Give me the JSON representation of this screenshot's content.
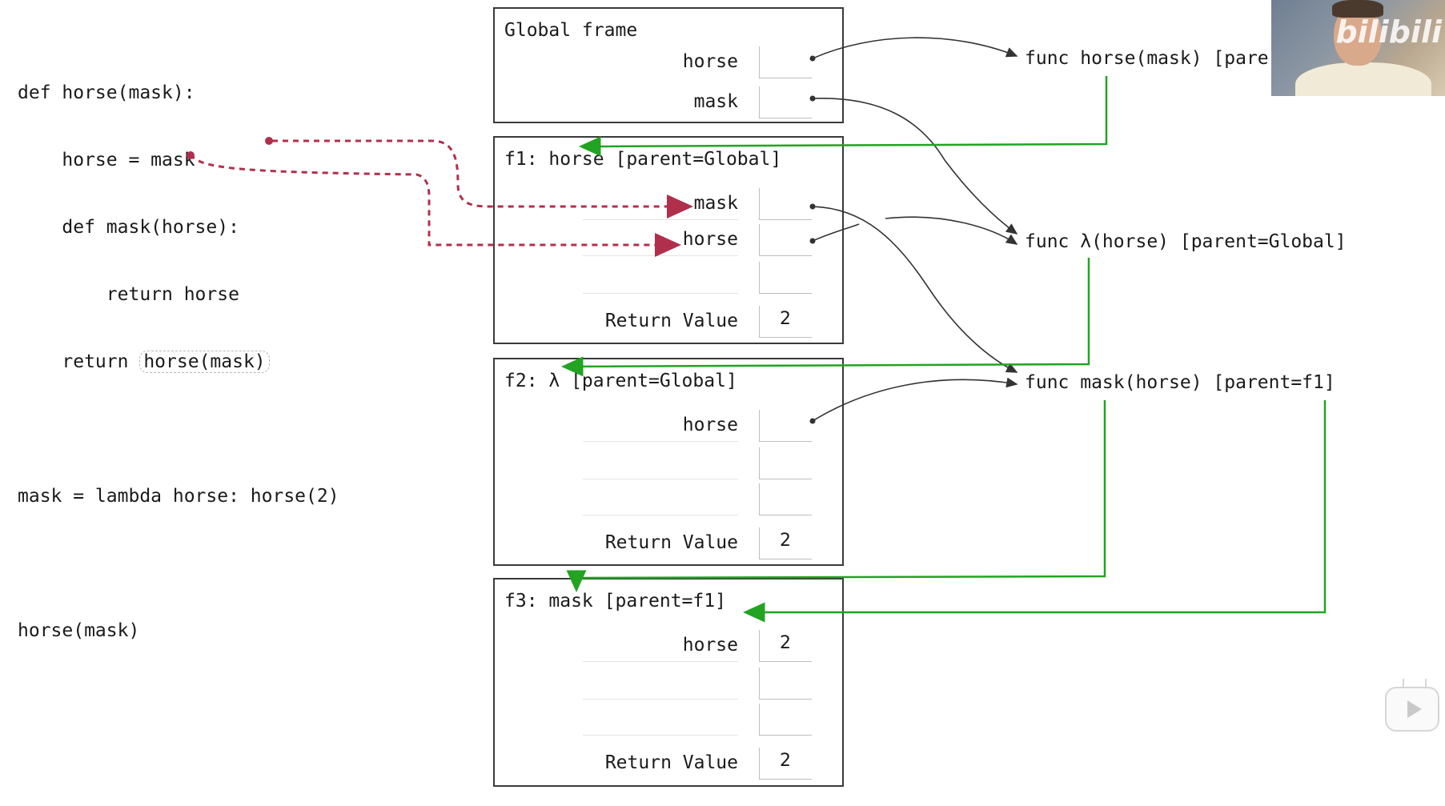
{
  "code": {
    "lines": [
      "def horse(mask):",
      "    horse = mask",
      "    def mask(horse):",
      "        return horse",
      "    return "
    ],
    "highlight": "horse(mask)",
    "line_lambda": "mask = lambda horse: horse(2)",
    "line_call": "horse(mask)"
  },
  "frames": {
    "global": {
      "title": "Global frame",
      "vars": [
        {
          "name": "horse",
          "value": ""
        },
        {
          "name": "mask",
          "value": ""
        }
      ]
    },
    "f1": {
      "title": "f1: horse [parent=Global]",
      "vars": [
        {
          "name": "mask",
          "value": ""
        },
        {
          "name": "horse",
          "value": ""
        },
        {
          "name": "",
          "value": ""
        }
      ],
      "return_label": "Return Value",
      "return_value": "2"
    },
    "f2": {
      "title": "f2: λ [parent=Global]",
      "vars": [
        {
          "name": "horse",
          "value": ""
        },
        {
          "name": "",
          "value": ""
        },
        {
          "name": "",
          "value": ""
        }
      ],
      "return_label": "Return Value",
      "return_value": "2"
    },
    "f3": {
      "title": "f3: mask [parent=f1]",
      "vars": [
        {
          "name": "horse",
          "value": "2"
        },
        {
          "name": "",
          "value": ""
        },
        {
          "name": "",
          "value": ""
        }
      ],
      "return_label": "Return Value",
      "return_value": "2"
    }
  },
  "functions": {
    "horse": "func horse(mask) [pare",
    "lambda": "func λ(horse) [parent=Global]",
    "mask": "func mask(horse) [parent=f1]"
  },
  "overlay": {
    "logo_text": "bilibili",
    "colors": {
      "parent_arrow": "#22a322",
      "trace_arrow": "#b0304c",
      "pointer": "#333333"
    }
  }
}
